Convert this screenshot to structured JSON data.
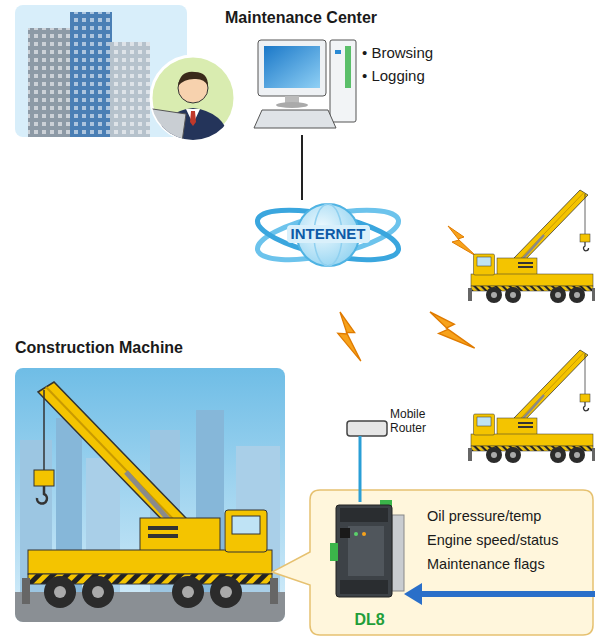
{
  "diagram": {
    "nodes": [
      {
        "text": [
          "Maintenance Center",
          "• Browsing",
          "• Logging"
        ]
      },
      {
        "text": [
          "INTERNET"
        ]
      },
      {
        "text": [
          "Construction Machine"
        ]
      },
      {
        "text": [
          "Mobile Router"
        ]
      },
      {
        "text": [
          "Oil pressure/temp",
          "Engine speed/status",
          "Maintenance flags"
        ]
      },
      {
        "text": [
          "DL8"
        ],
        "in": 4
      }
    ],
    "edges": [
      {
        "from": 0,
        "to": 1,
        "arrow": "none"
      },
      {
        "from": 3,
        "to": 5,
        "arrow": "none"
      }
    ]
  }
}
